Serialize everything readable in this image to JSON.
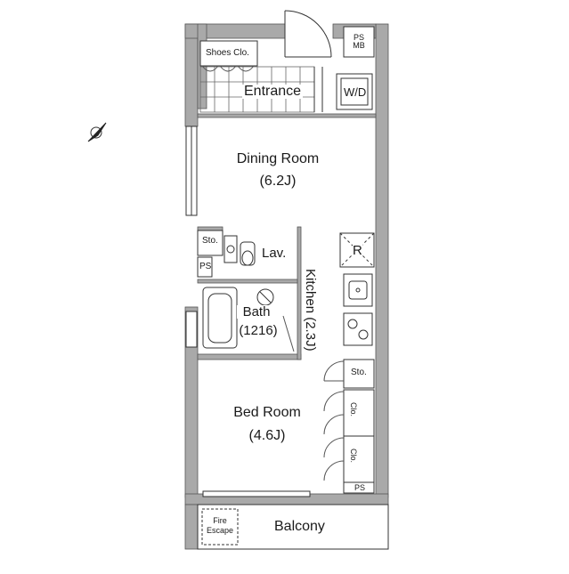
{
  "rooms": {
    "shoes_closet": "Shoes Clo.",
    "ps_mb_line1": "PS",
    "ps_mb_line2": "MB",
    "entrance": "Entrance",
    "washer": "W/D",
    "dining_room": "Dining Room",
    "dining_size": "(6.2J)",
    "storage_upper": "Sto.",
    "pipe_space_left": "PS",
    "lavatory": "Lav.",
    "refrigerator": "R",
    "kitchen": "Kitchen",
    "kitchen_size": "(2.3J)",
    "bath": "Bath",
    "bath_size": "(1216)",
    "storage_lower": "Sto.",
    "closet_1": "Clo.",
    "closet_2": "Clo.",
    "bed_room": "Bed Room",
    "bed_size": "(4.6J)",
    "pipe_space_bottom": "PS",
    "fire_escape_line1": "Fire",
    "fire_escape_line2": "Escape",
    "balcony": "Balcony"
  },
  "icons": {
    "compass": "north-arrow-icon",
    "refrigerator": "refrigerator-icon",
    "sink": "kitchen-sink-icon",
    "stove": "stove-icon",
    "bathtub": "bathtub-icon",
    "basin": "wash-basin-icon",
    "toilet": "toilet-icon"
  },
  "colors": {
    "wall": "#a9a9a9",
    "wall_outline": "#555555",
    "line": "#333333",
    "background": "#ffffff"
  }
}
